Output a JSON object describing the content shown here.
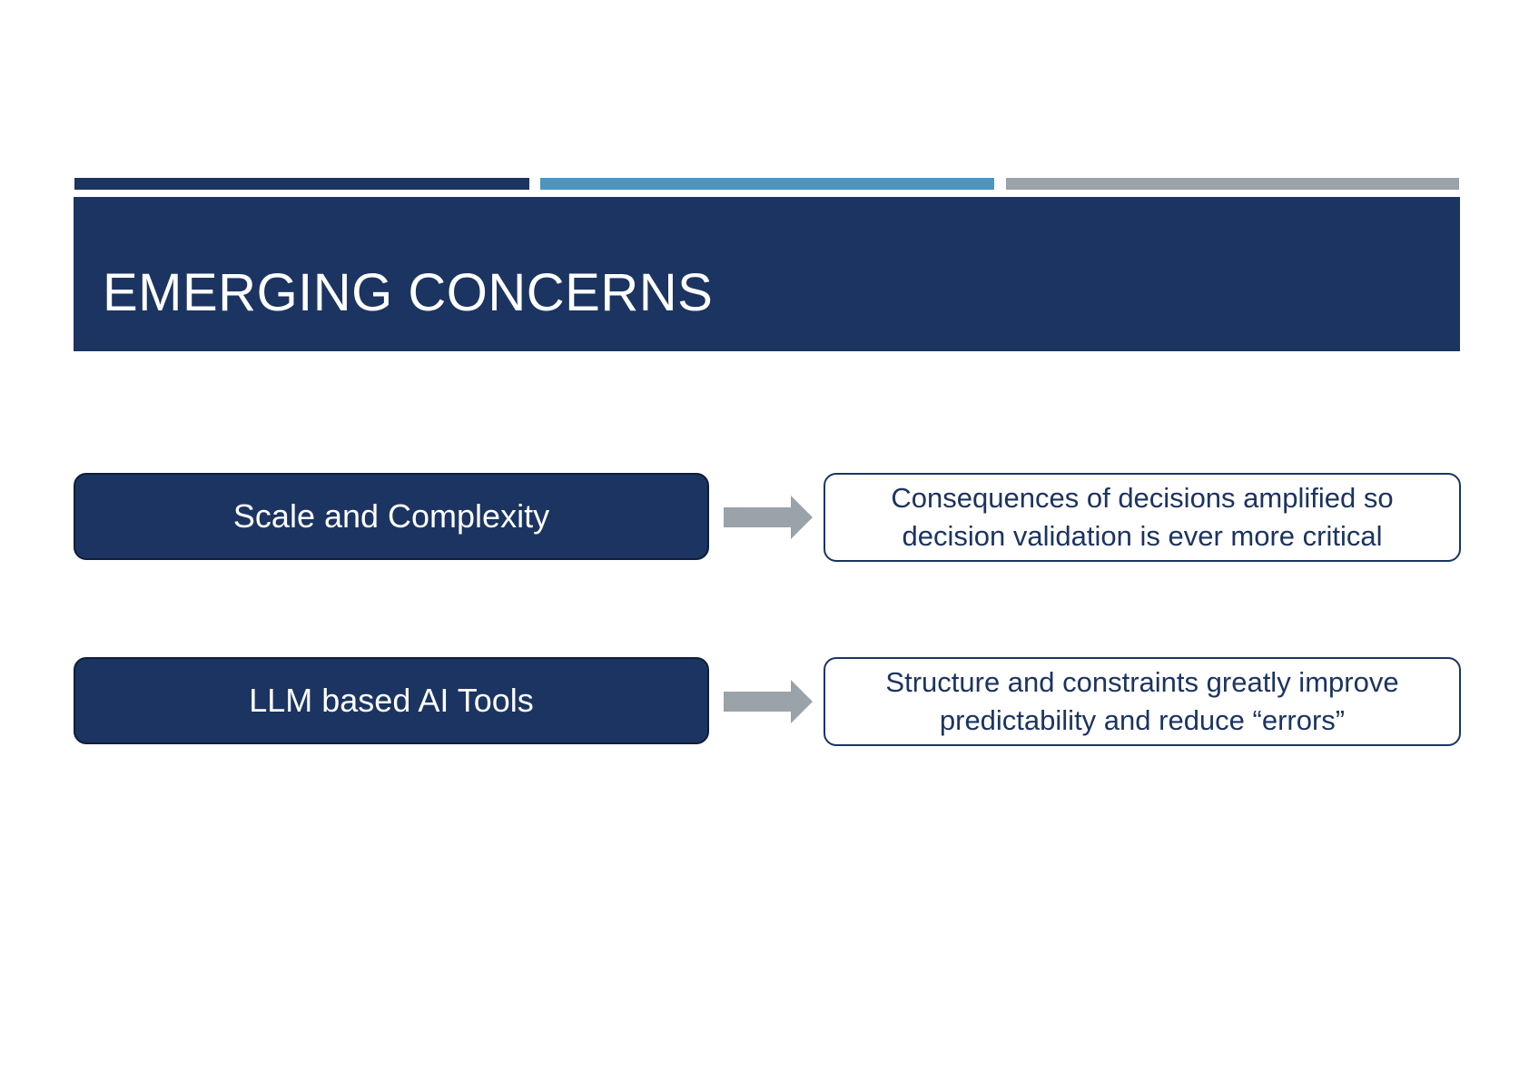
{
  "slide": {
    "title": "EMERGING CONCERNS",
    "rows": [
      {
        "left_label": "Scale and Complexity",
        "right_text": "Consequences of decisions amplified so decision validation is ever more critical"
      },
      {
        "left_label": "LLM based AI Tools",
        "right_text": "Structure and constraints greatly improve predictability and reduce “errors”"
      }
    ]
  },
  "colors": {
    "navy": "#1c3461",
    "blue": "#4b95c1",
    "gray": "#9aa2aa",
    "arrow": "#9aa2aa"
  },
  "icons": {
    "arrow": "arrow-right-icon"
  }
}
